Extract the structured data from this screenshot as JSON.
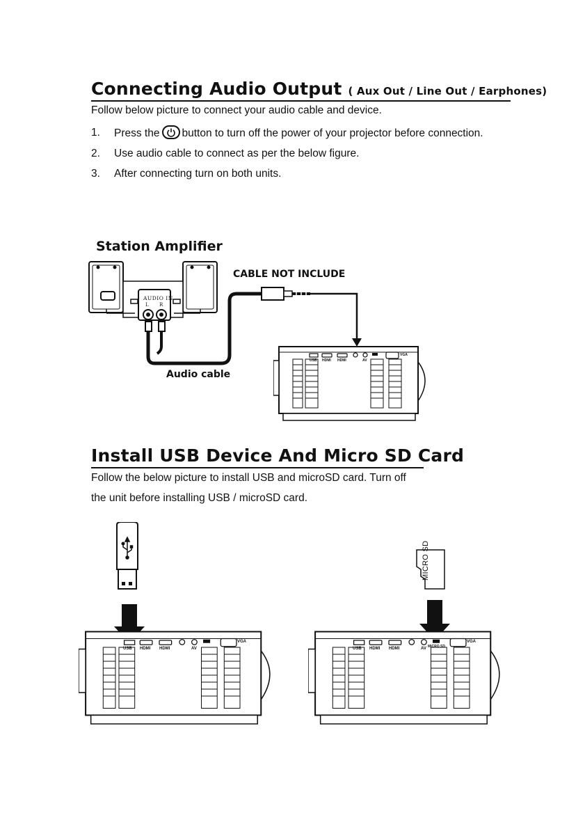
{
  "section1": {
    "title": "Connecting Audio Output",
    "subtitle": "( Aux Out / Line Out / Earphones)",
    "intro": "Follow below picture to connect your audio cable and device.",
    "steps": [
      {
        "num": "1.",
        "before_icon": "Press the",
        "icon": "power-icon",
        "after_icon": "button to turn off the power of your projector before connection."
      },
      {
        "num": "2.",
        "text": "Use audio cable to connect as per the below figure."
      },
      {
        "num": "3.",
        "text": "After connecting turn on both units."
      }
    ],
    "diagram": {
      "amplifier_label": "Station Amplifier",
      "cable_note": "CABLE NOT INCLUDE",
      "audio_in_label": "AUDIO IN",
      "left_label": "L",
      "right_label": "R",
      "cable_label": "Audio cable"
    }
  },
  "section2": {
    "title": "Install USB Device And Micro SD Card",
    "intro_line1": "Follow the below picture to install USB and microSD card. Turn off",
    "intro_line2": "the unit before installing USB / microSD card.",
    "sd_card_label": "MICRO SD"
  },
  "projector_ports": {
    "usb": "USB",
    "hdmi1": "HDMI",
    "hdmi2": "HDMI",
    "av": "AV",
    "vga": "VGA",
    "sd": "MICRO SD"
  },
  "colors": {
    "ink": "#111111",
    "paper": "#ffffff"
  }
}
